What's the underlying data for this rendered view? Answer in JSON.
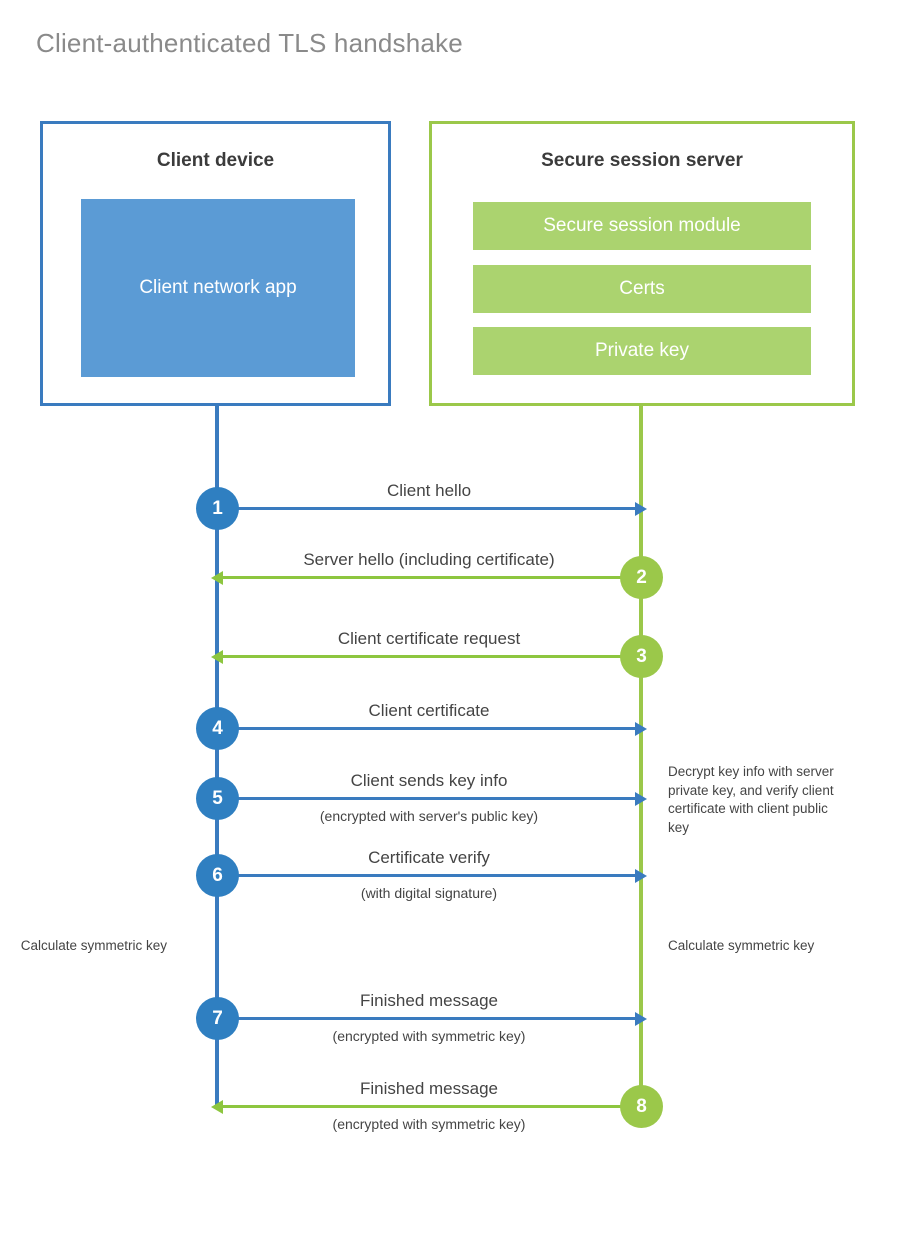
{
  "title": "Client-authenticated TLS handshake",
  "colors": {
    "blue_border": "#3a7bbf",
    "blue_fill": "#5b9bd5",
    "blue_circle": "#2f7fc1",
    "green_border": "#9bc84a",
    "green_fill": "#abd36f",
    "green_arrow": "#8dc63f",
    "title_gray": "#8a8a8a",
    "text_gray": "#444444"
  },
  "client": {
    "title": "Client device",
    "app_label": "Client network app"
  },
  "server": {
    "title": "Secure session server",
    "components": [
      {
        "label": "Secure session module"
      },
      {
        "label": "Certs"
      },
      {
        "label": "Private key"
      }
    ]
  },
  "steps": [
    {
      "number": "1",
      "direction": "client-to-server",
      "label": "Client hello",
      "sub": ""
    },
    {
      "number": "2",
      "direction": "server-to-client",
      "label": "Server hello (including certificate)",
      "sub": ""
    },
    {
      "number": "3",
      "direction": "server-to-client",
      "label": "Client certificate request",
      "sub": ""
    },
    {
      "number": "4",
      "direction": "client-to-server",
      "label": "Client certificate",
      "sub": ""
    },
    {
      "number": "5",
      "direction": "client-to-server",
      "label": "Client sends key info",
      "sub": "(encrypted with server's public key)"
    },
    {
      "number": "6",
      "direction": "client-to-server",
      "label": "Certificate verify",
      "sub": "(with digital signature)"
    },
    {
      "number": "7",
      "direction": "client-to-server",
      "label": "Finished message",
      "sub": "(encrypted with symmetric key)"
    },
    {
      "number": "8",
      "direction": "server-to-client",
      "label": "Finished message",
      "sub": "(encrypted with symmetric key)"
    }
  ],
  "notes": {
    "server_decrypt": "Decrypt key info with server private key, and verify client certificate with client public key",
    "client_calculate": "Calculate symmetric key",
    "server_calculate": "Calculate symmetric key"
  }
}
